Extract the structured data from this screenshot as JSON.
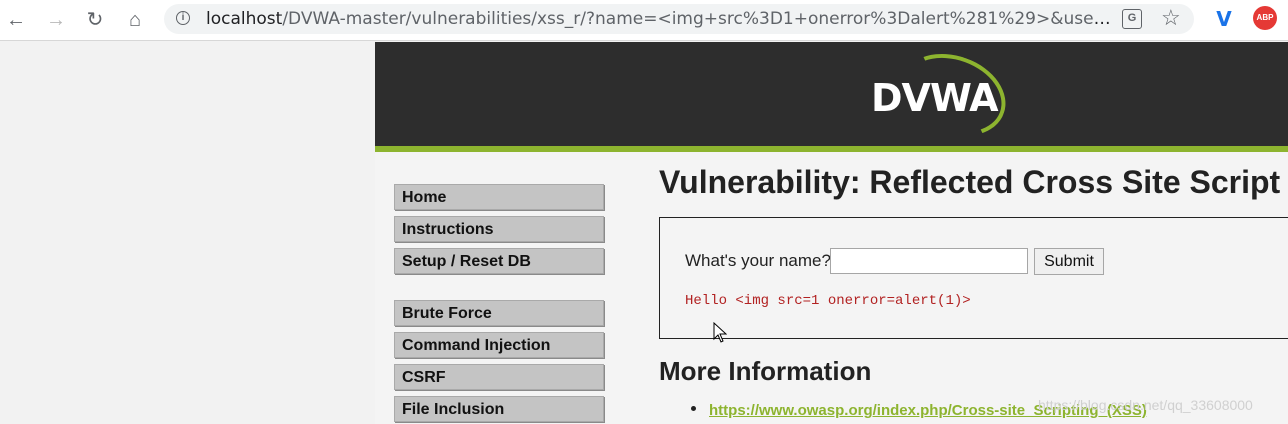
{
  "browser": {
    "url_host": "localhost",
    "url_path": "/DVWA-master/vulnerabilities/xss_r/?name=<img+src%3D1+onerror%3Dalert%281%29>&user...",
    "extension_abp_label": "ABP",
    "icons": [
      "back-icon",
      "forward-icon",
      "reload-icon",
      "home-icon",
      "info-icon",
      "translate-icon",
      "star-icon",
      "extension-v-icon",
      "adblock-icon"
    ]
  },
  "header": {
    "logo_text": "DVWA",
    "brand_color": "#8db42f"
  },
  "menu": {
    "items": [
      {
        "label": "Home"
      },
      {
        "label": "Instructions"
      },
      {
        "label": "Setup / Reset DB"
      },
      {
        "label": "Brute Force"
      },
      {
        "label": "Command Injection"
      },
      {
        "label": "CSRF"
      },
      {
        "label": "File Inclusion"
      }
    ]
  },
  "main": {
    "title": "Vulnerability: Reflected Cross Site Script",
    "form": {
      "label": "What's your name?",
      "input_value": "",
      "submit_label": "Submit"
    },
    "output": "Hello <img src=1 onerror=alert(1)>",
    "more_info_title": "More Information",
    "links": [
      "https://www.owasp.org/index.php/Cross-site_Scripting_(XSS)"
    ]
  },
  "watermark": "https://blog.csdn.net/qq_33608000"
}
